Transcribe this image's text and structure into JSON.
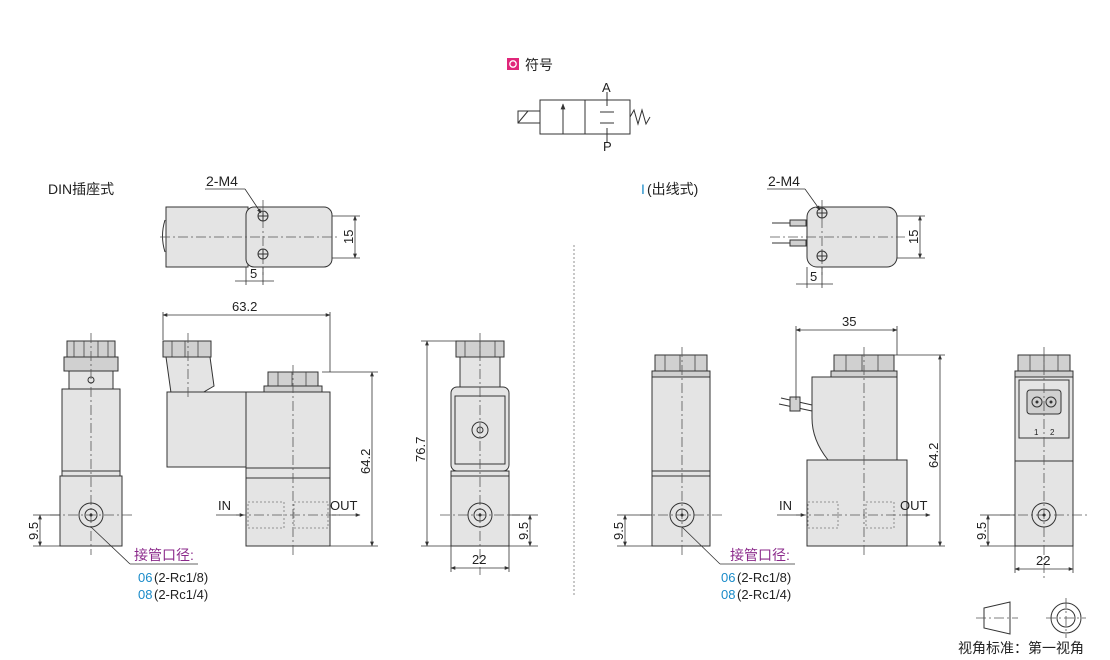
{
  "symbol": {
    "title": "符号",
    "port_a": "A",
    "port_p": "P",
    "bullet_color": "#e0267a"
  },
  "din": {
    "title": "DIN插座式"
  },
  "lead": {
    "prefix": "I",
    "title": "(出线式)",
    "prefix_color": "#1a8bc9"
  },
  "dims": {
    "m4": "2-M4",
    "d15": "15",
    "d5": "5",
    "d63": "63.2",
    "d35": "35",
    "d642": "64.2",
    "d767": "76.7",
    "d95": "9.5",
    "d22": "22"
  },
  "ports": {
    "in": "IN",
    "out": "OUT"
  },
  "pipe": {
    "title": "接管口径:",
    "r1_code": "06",
    "r1_spec": "(2-Rc1/8)",
    "r2_code": "08",
    "r2_spec": "(2-Rc1/4)",
    "title_color": "#8b2a8b",
    "code_color": "#1a8bc9"
  },
  "pins": {
    "p1": "1",
    "p2": "2"
  },
  "view": {
    "label": "视角标准：第一视角"
  }
}
